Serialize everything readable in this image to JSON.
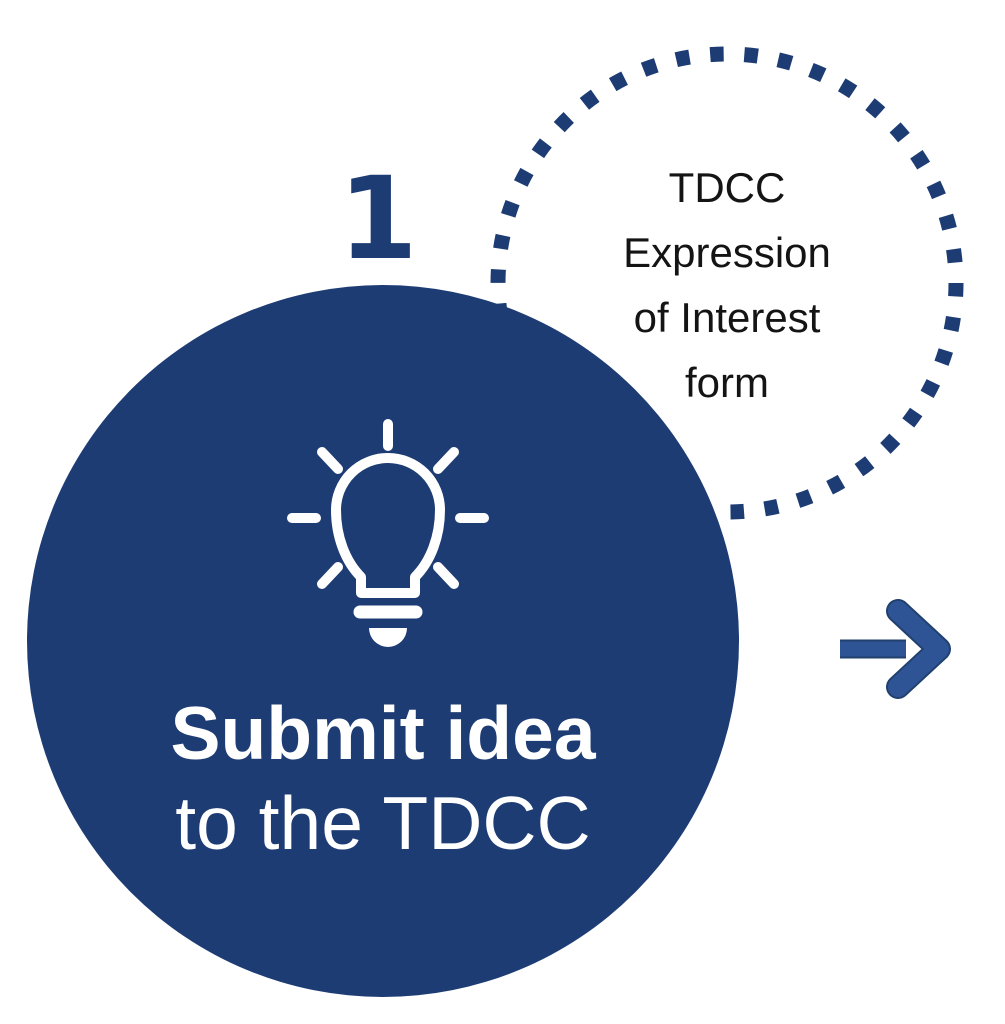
{
  "diagram": {
    "step": {
      "number": "1"
    },
    "main_circle": {
      "label_line1": "Submit idea",
      "label_line2": "to the TDCC",
      "icon": "lightbulb-icon"
    },
    "eoi_circle": {
      "lines": [
        "TDCC",
        "Expression",
        "of Interest",
        "form"
      ],
      "full_label": "TDCC Expression of Interest form",
      "border_style": "dashed"
    },
    "arrow": {
      "icon": "arrow-right-icon",
      "direction": "right"
    }
  },
  "colors": {
    "navy": "#1d3c74",
    "arrow_blue": "#2e5496",
    "arrow_outline": "#20406e",
    "text_black": "#141414",
    "white": "#ffffff"
  }
}
